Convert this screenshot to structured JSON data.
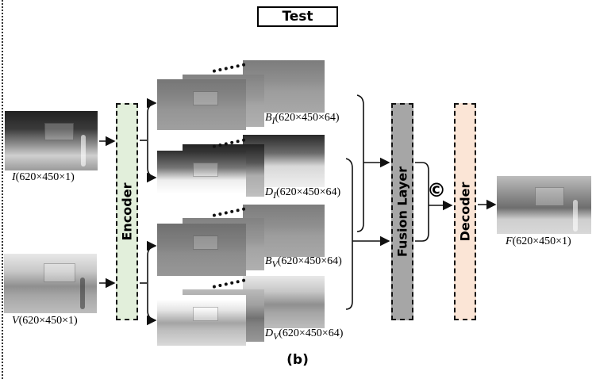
{
  "title": "Test",
  "caption": "(b)",
  "inputs": {
    "infrared": {
      "symbol": "I",
      "dims": "(620×450×1)"
    },
    "visible": {
      "symbol": "V",
      "dims": "(620×450×1)"
    }
  },
  "blocks": {
    "encoder": "Encoder",
    "fusion": "Fusion Layer",
    "decoder": "Decoder"
  },
  "features": [
    {
      "symbol": "B",
      "sub": "I",
      "dims": "(620×450×64)"
    },
    {
      "symbol": "D",
      "sub": "I",
      "dims": "(620×450×64)"
    },
    {
      "symbol": "B",
      "sub": "V",
      "dims": "(620×450×64)"
    },
    {
      "symbol": "D",
      "sub": "V",
      "dims": "(620×450×64)"
    }
  ],
  "concat_symbol": "©",
  "output": {
    "symbol": "F",
    "dims": "(620×450×1)"
  }
}
